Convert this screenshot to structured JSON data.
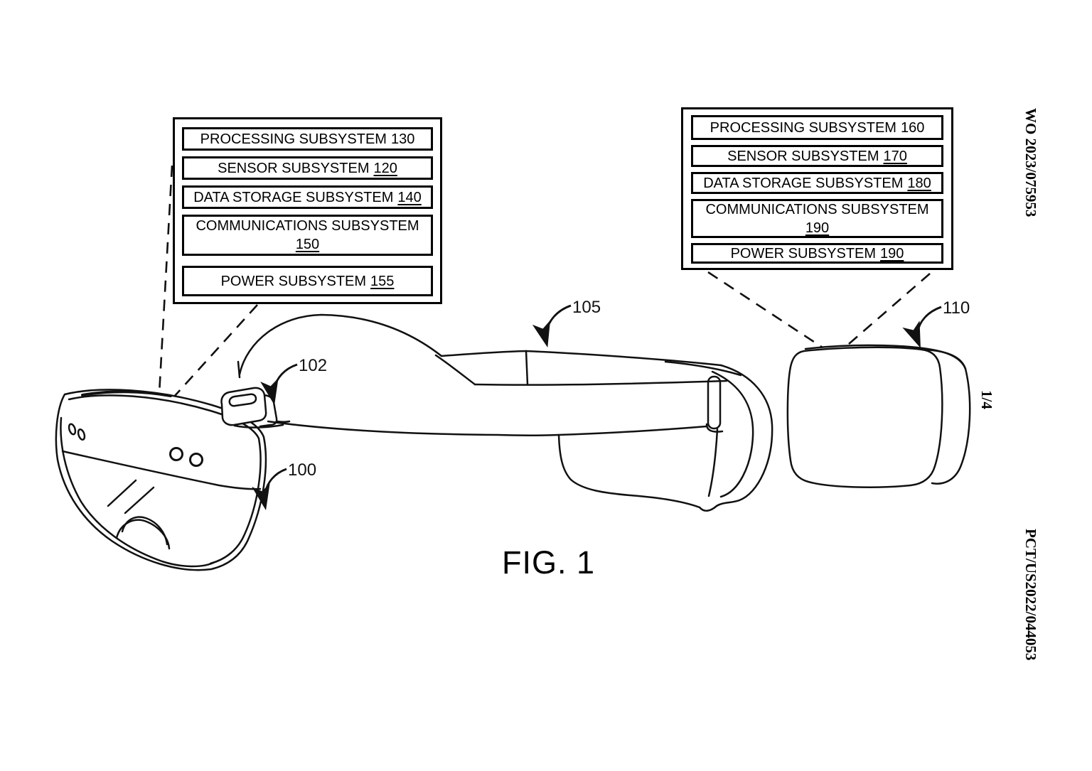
{
  "page": {
    "fig_caption": "FIG. 1",
    "publication_number": "WO 2023/075953",
    "sheet_number": "1/4",
    "application_number": "PCT/US2022/044053"
  },
  "left_box": {
    "rows": [
      {
        "label": "PROCESSING SUBSYSTEM",
        "ref": "130"
      },
      {
        "label": "SENSOR SUBSYSTEM",
        "ref": "120"
      },
      {
        "label": "DATA STORAGE SUBSYSTEM",
        "ref": "140"
      },
      {
        "label": "COMMUNICATIONS SUBSYSTEM",
        "ref": "150"
      },
      {
        "label": "POWER SUBSYSTEM",
        "ref": "155"
      }
    ]
  },
  "right_box": {
    "rows": [
      {
        "label": "PROCESSING SUBSYSTEM",
        "ref": "160"
      },
      {
        "label": "SENSOR SUBSYSTEM",
        "ref": "170"
      },
      {
        "label": "DATA STORAGE SUBSYSTEM",
        "ref": "180"
      },
      {
        "label": "COMMUNICATIONS SUBSYSTEM",
        "ref": "190"
      },
      {
        "label": "POWER SUBSYSTEM",
        "ref": "190"
      }
    ]
  },
  "callouts": {
    "head_mounted_display": "100",
    "attachment_clip": "102",
    "headband": "105",
    "rear_pod": "110"
  }
}
